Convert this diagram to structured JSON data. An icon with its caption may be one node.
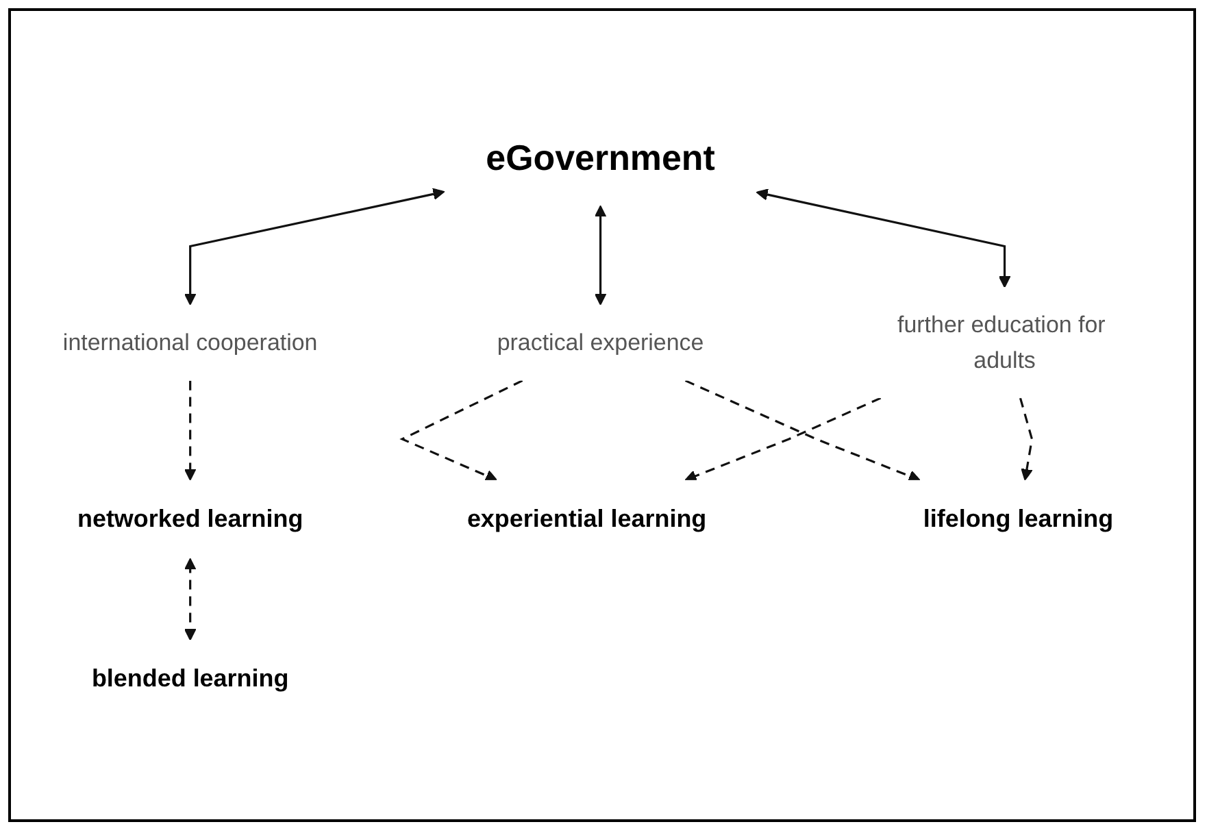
{
  "diagram": {
    "nodes": [
      {
        "text": [
          "networked learning"
        ]
      },
      {
        "text": [
          "blended learning"
        ]
      },
      {
        "text": [
          "international cooperation"
        ]
      },
      {
        "text": [
          "eGovernment"
        ]
      },
      {
        "text": [
          "practical experience"
        ]
      },
      {
        "text": [
          "further education for adults"
        ]
      },
      {
        "text": [
          "experiential learning"
        ]
      },
      {
        "text": [
          "lifelong learning"
        ]
      }
    ],
    "edges": [
      {
        "from": 0,
        "to": 1,
        "arrow": "both",
        "style": "dashed"
      },
      {
        "from": 2,
        "to": 0,
        "arrow": "to",
        "style": "dashed"
      },
      {
        "from": 3,
        "to": 2,
        "arrow": "both"
      },
      {
        "from": 3,
        "to": 4,
        "arrow": "both"
      },
      {
        "from": 3,
        "to": 5,
        "arrow": "both"
      },
      {
        "from": 4,
        "to": 6,
        "arrow": "to",
        "style": "dashed"
      },
      {
        "from": 4,
        "to": 7,
        "arrow": "to",
        "style": "dashed"
      },
      {
        "from": 5,
        "to": 6,
        "arrow": "to",
        "style": "dashed"
      },
      {
        "from": 5,
        "to": 7,
        "arrow": "to",
        "style": "dashed"
      }
    ]
  }
}
